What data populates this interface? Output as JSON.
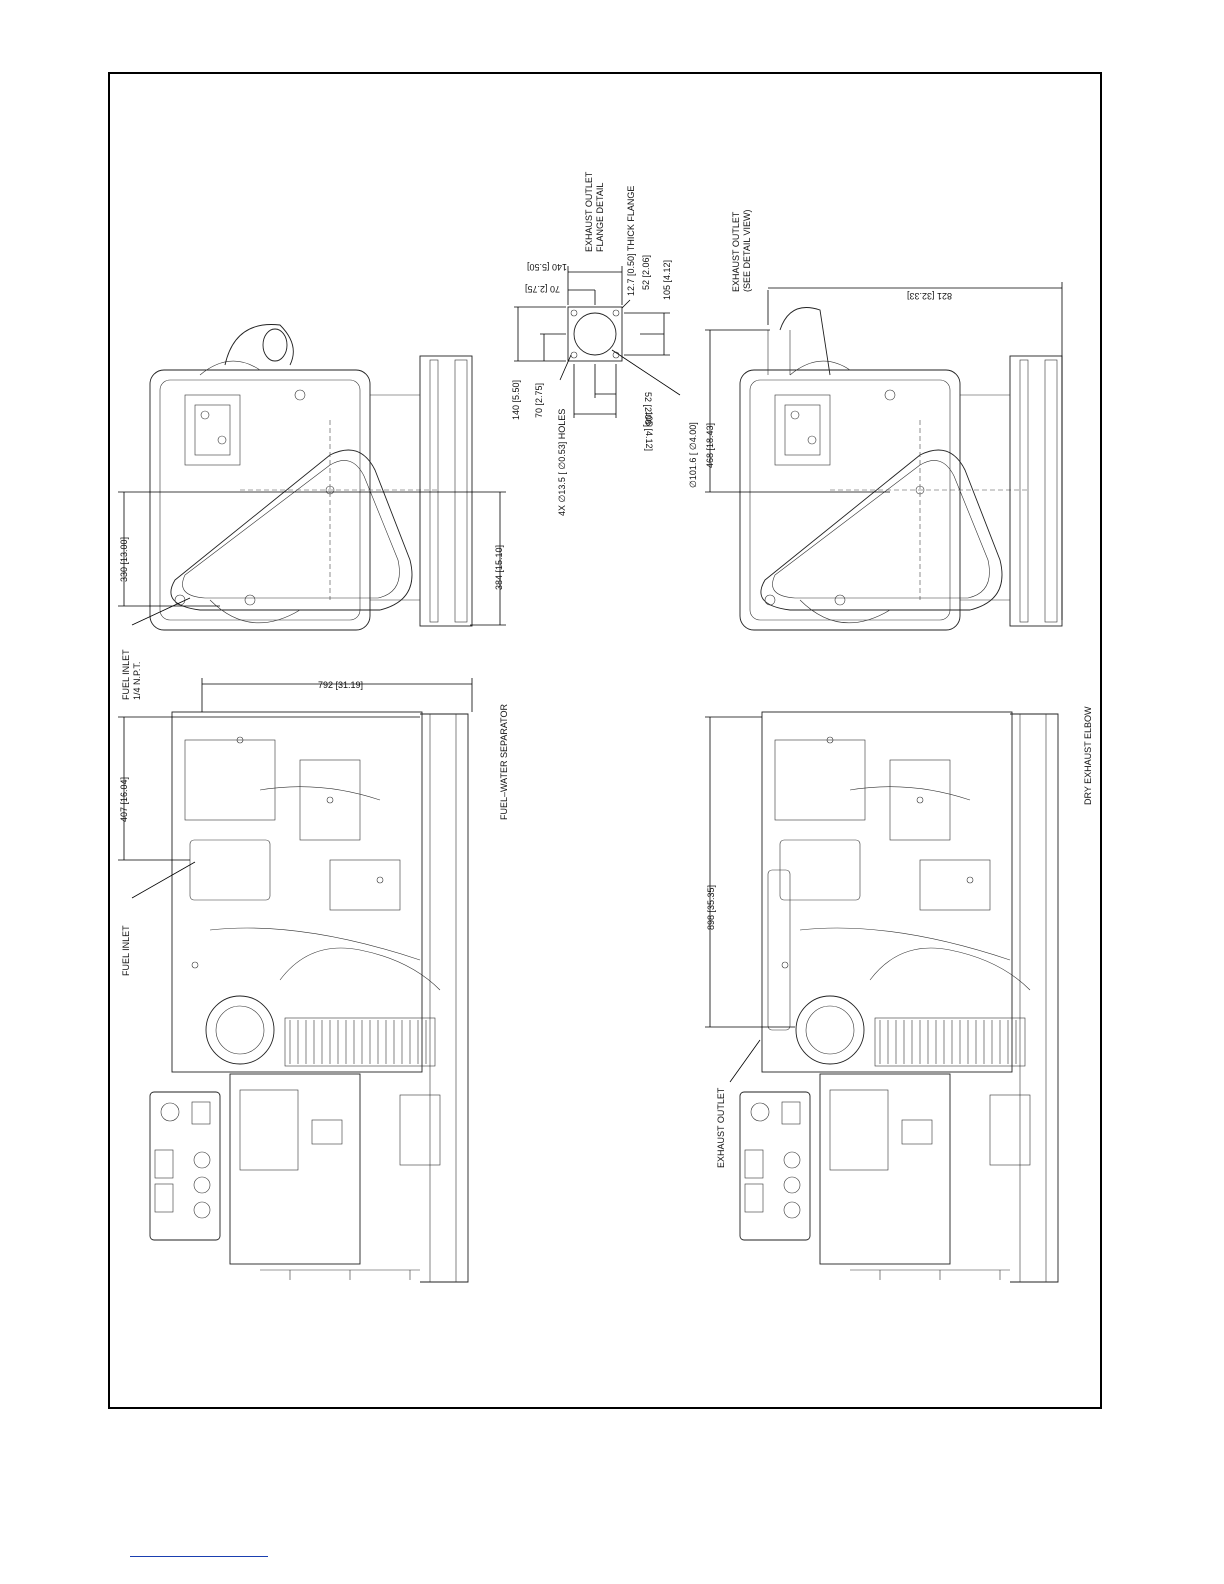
{
  "drawing": {
    "top_end_view": {
      "fuel_inlet_npt": "FUEL INLET\n1/4 N.P.T.",
      "dim_330": "330 [13.00]",
      "dim_384": "384 [15.10]"
    },
    "top_side_view": {
      "fuel_inlet": "FUEL INLET",
      "dim_407": "407 [16.04]",
      "dim_792": "792 [31.19]",
      "fuel_water_separator": "FUEL–WATER SEPARATOR"
    },
    "flange_detail": {
      "title": "EXHAUST OUTLET\nFLANGE DETAIL",
      "thick_flange": "12.7 [0.50] THICK FLANGE",
      "dim_140_top": "140 [5.50]",
      "dim_70_top": "70 [2.75]",
      "dim_140_left": "140 [5.50]",
      "dim_70_left": "70 [2.75]",
      "holes": "4X  ∅13.5 [ ∅0.53] HOLES",
      "dim_52_right": "52 [2.06]",
      "dim_105_right": "105 [4.12]",
      "dim_52_bottom": "52 [2.06]",
      "dim_105_bottom": "105 [4.12]",
      "diameter": "∅101.6 [ ∅4.00]"
    },
    "bottom_end_view": {
      "exhaust_outlet_detail": "EXHAUST OUTLET\n(SEE DETAIL VIEW)",
      "dim_821": "821 [32.33]",
      "dim_468": "468 [18.43]"
    },
    "bottom_side_view": {
      "dim_898": "898 [35.35]",
      "exhaust_outlet": "EXHAUST OUTLET",
      "dry_exhaust_elbow": "DRY EXHAUST ELBOW"
    }
  }
}
